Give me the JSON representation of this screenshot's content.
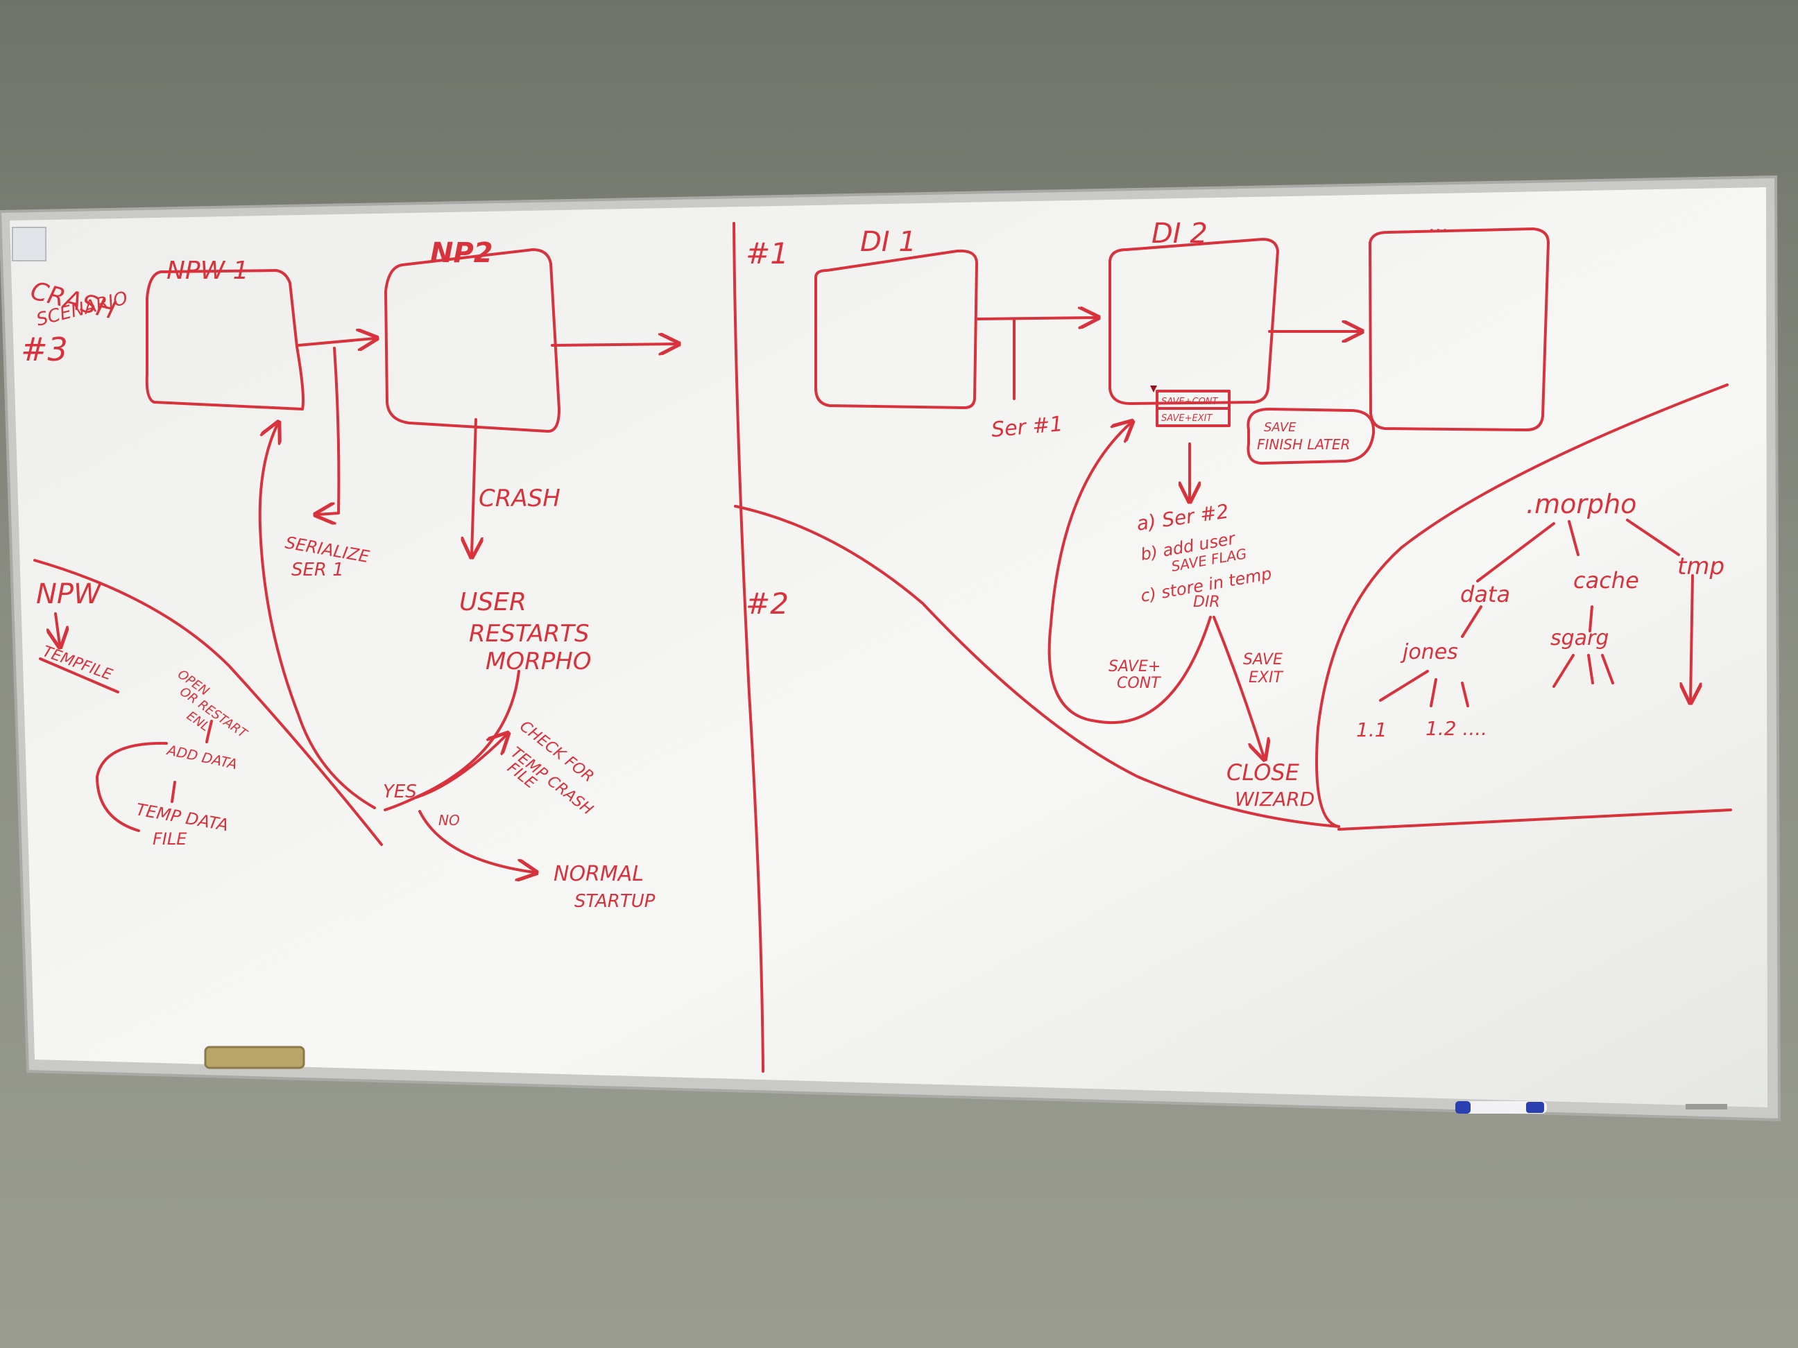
{
  "colors": {
    "wall": "#8b8e83",
    "board": "#f4f4f2",
    "frame": "#c9cac6",
    "marker_red": "#d8323c",
    "eraser": "#b9a46a",
    "blue_marker": "#2a3fb0"
  },
  "left_panel": {
    "scenario_title": [
      "CRASH",
      "SCENARIO",
      "#3"
    ],
    "box1_title": "NPW 1",
    "box2_title": "NP2",
    "serialize_label": [
      "SERIALIZE",
      "SER 1"
    ],
    "crash_label": "CRASH",
    "user_restarts": [
      "USER",
      "RESTARTS",
      "MORPHO"
    ],
    "check_for": [
      "CHECK FOR",
      "TEMP CRASH",
      "FILE"
    ],
    "yes_label": "YES",
    "no_label": "NO",
    "normal_startup": [
      "NORMAL",
      "STARTUP"
    ],
    "npw_label": "NPW",
    "tempfile_label": "TEMPFILE",
    "open_label": [
      "OPEN",
      "OR RESTART",
      "ENL"
    ],
    "add_data": "ADD DATA",
    "temp_data_file": [
      "TEMP DATA",
      "FILE"
    ]
  },
  "right_panel": {
    "section1": "#1",
    "section2": "#2",
    "box1_title": "DI 1",
    "box2_title": "DI 2",
    "box3_title": "...",
    "ser1_label": "Ser #1",
    "buttons": [
      "SAVE+CONT",
      "SAVE+EXIT"
    ],
    "save_finish": [
      "SAVE",
      "FINISH LATER"
    ],
    "steps": [
      "a) Ser #2",
      "b) add user",
      "SAVE FLAG",
      "c) store in temp",
      "DIR"
    ],
    "save_cont": [
      "SAVE+",
      "CONT"
    ],
    "save_exit": [
      "SAVE",
      "EXIT"
    ],
    "close_wizard": [
      "CLOSE",
      "WIZARD"
    ],
    "tree_root": ".morpho",
    "tree_data": "data",
    "tree_cache": "cache",
    "tree_tmp": "tmp",
    "tree_jones": "jones",
    "tree_sgarg": "sgarg",
    "tree_leaves": [
      "1.1",
      "1.2 ...."
    ]
  }
}
